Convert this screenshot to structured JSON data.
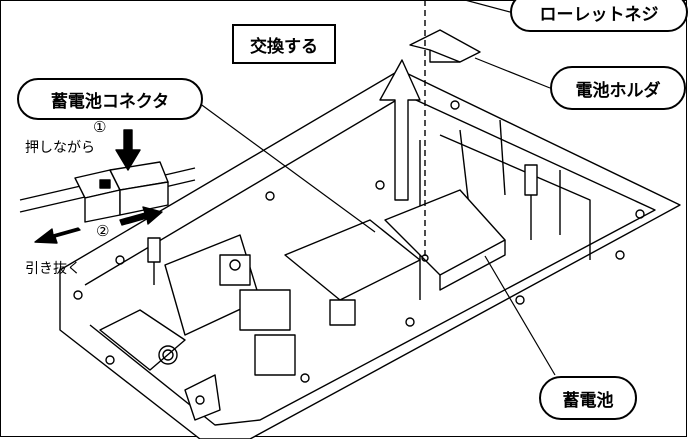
{
  "callouts": {
    "knurled_screw": "ローレットネジ",
    "battery_connector": "蓄電池コネクタ",
    "battery_holder": "電池ホルダ",
    "battery": "蓄電池"
  },
  "box_label": "交換する",
  "steps": {
    "step1_number": "①",
    "step1_text": "押しながら",
    "step2_number": "②",
    "step2_text": "引き抜く"
  }
}
